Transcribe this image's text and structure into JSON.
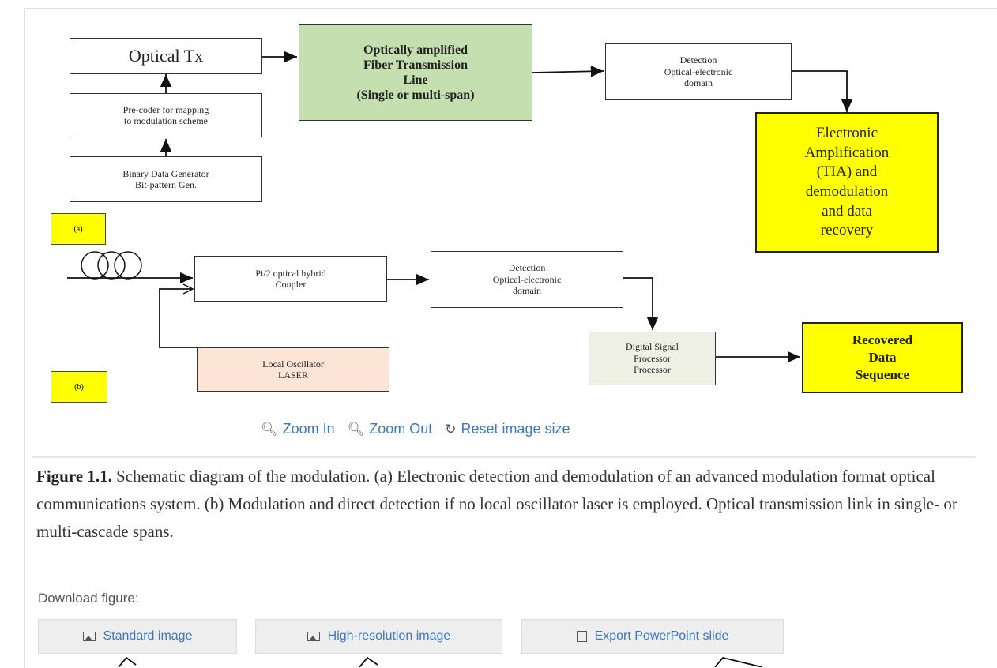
{
  "figure": {
    "optical_tx": "Optical Tx",
    "precoder": "Pre-coder for mapping\nto modulation scheme",
    "binary_gen": "Binary Data Generator\nBit-pattern Gen.",
    "fiber_line": "Optically amplified\nFiber Transmission\nLine\n(Single or multi-span)",
    "detection_a": "Detection\nOptical-electronic\ndomain",
    "electronic_amp": "Electronic\nAmplification\n(TIA) and\ndemodulation\nand data\nrecovery",
    "label_a": "(a)",
    "label_b": "(b)",
    "hybrid": "Pi/2 optical hybrid\nCoupler",
    "detection_b": "Detection\nOptical-electronic\ndomain",
    "local_osc": "Local Oscillator\nLASER",
    "dsp": "Digital Signal\nProcessor\nProcessor",
    "recovered": "Recovered\nData\nSequence"
  },
  "zoom": {
    "zoom_in": "Zoom In",
    "zoom_out": "Zoom Out",
    "reset": "Reset image size"
  },
  "caption": {
    "label": "Figure 1.1.",
    "text": " Schematic diagram of the modulation. (a) Electronic detection and demodulation of an advanced modulation format optical communications system. (b) Modulation and direct detection if no local oscillator laser is employed. Optical transmission link in single- or multi-cascade spans."
  },
  "download": {
    "label": "Download figure:",
    "standard": "Standard image",
    "highres": "High-resolution image",
    "ppt": "Export PowerPoint slide"
  },
  "colors": {
    "link": "#3a78c2",
    "green_box": "#c6dfb1",
    "yellow_box": "#ffff00",
    "peach_box": "#fce4d6"
  }
}
